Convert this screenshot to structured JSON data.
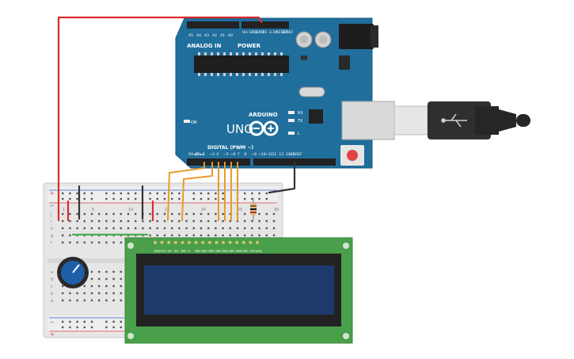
{
  "board": {
    "brand": "ARDUINO",
    "model": "UNO",
    "on_label": "ON",
    "tx_label": "TX",
    "rx_label": "RX",
    "l_label": "L",
    "power_header": "POWER",
    "analog_header": "ANALOG IN",
    "digital_header": "DIGITAL (PWM ~)",
    "analog_pins": [
      "A5",
      "A4",
      "A3",
      "A2",
      "A1",
      "A0"
    ],
    "power_pins": [
      "Vin",
      "GND",
      "GND",
      "5V",
      "3.3V",
      "RESET",
      "IOREF"
    ],
    "digital_pins": [
      "RX◄0",
      "TX►1",
      "2",
      "~3",
      "4",
      "~5",
      "~6",
      "7",
      "8",
      "~9",
      "~10",
      "~11",
      "12",
      "13",
      "GND",
      "AREF"
    ]
  },
  "breadboard": {
    "column_numbers": [
      "1",
      "5",
      "10",
      "15",
      "20",
      "25",
      "30"
    ],
    "row_letters_left": [
      "j",
      "i",
      "h",
      "g",
      "f",
      "e",
      "d",
      "c",
      "b",
      "a"
    ],
    "rail_plus": "+",
    "rail_minus": "−"
  },
  "lcd": {
    "pin_labels": [
      "GND",
      "VCC",
      "V0",
      "RS",
      "RW",
      "E",
      "DB0",
      "DB1",
      "DB2",
      "DB3",
      "DB4",
      "DB5",
      "DB6",
      "DB7",
      "LED+",
      "LED-"
    ]
  },
  "colors": {
    "arduino_blue": "#1f6e9c",
    "lcd_green": "#4a9f4a",
    "lcd_screen": "#1c3a6b",
    "wire_orange": "#e89b2b",
    "wire_red": "#d92b2b",
    "wire_black": "#333333",
    "wire_green": "#4caf50",
    "usb_gray": "#2f2f2f",
    "pot_blue": "#1f5fa8"
  }
}
